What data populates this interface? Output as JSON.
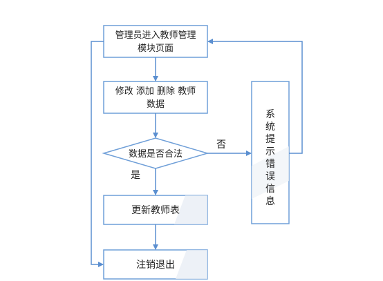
{
  "colors": {
    "stroke": "#6f9fd8",
    "fill": "#ffffff",
    "arrow": "#5b8fd0",
    "text": "#222222"
  },
  "nodes": {
    "enter": {
      "lines": [
        "管理员进入教师管理",
        "模块页面"
      ]
    },
    "modify": {
      "lines": [
        "修改 添加 删除 教师",
        "数据"
      ]
    },
    "check": {
      "text": "数据是否合法"
    },
    "update": {
      "text": "更新教师表"
    },
    "logout": {
      "text": "注销退出"
    },
    "error": {
      "chars": [
        "系",
        "统",
        "提",
        "示",
        "错",
        "误",
        "信",
        "息"
      ]
    }
  },
  "edges": {
    "no_label": "否",
    "yes_label": "是"
  }
}
